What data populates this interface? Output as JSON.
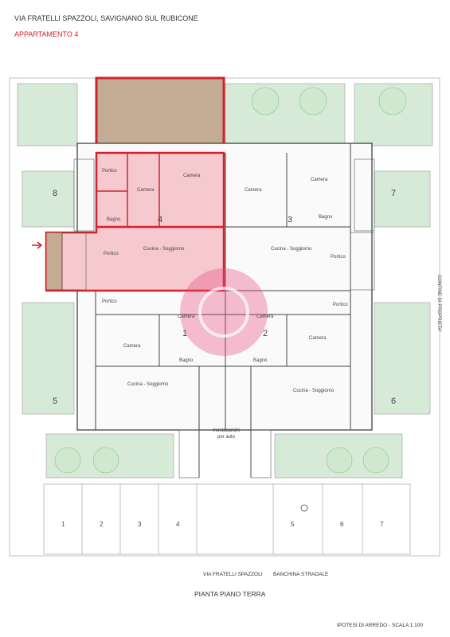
{
  "header": {
    "address": "VIA FRATELLI SPAZZOLI, SAVIGNANO SUL RUBICONE",
    "apartment": "APPARTAMENTO 4"
  },
  "plan": {
    "unit_numbers": [
      "1",
      "2",
      "3",
      "4",
      "5",
      "6",
      "7",
      "8"
    ],
    "garden_numbers": [
      "8",
      "7",
      "5",
      "6"
    ],
    "parking_numbers": [
      "1",
      "2",
      "3",
      "4",
      "5",
      "6",
      "7"
    ],
    "rooms": {
      "camera": "Camera",
      "bagno": "Bagno",
      "cucina": "Cucina - Soggiorno",
      "portico": "Portico"
    },
    "center_label": "montacarichi per auto",
    "side_label": "CONFINE DI PROPRIETA'",
    "road_left": "VIA FRATELLI SPAZZOLI",
    "road_right": "BANCHINA STRADALE",
    "title": "PIANTA PIANO TERRA",
    "scale_note": "IPOTESI DI ARREDO - SCALA 1:100"
  },
  "colors": {
    "highlight_fill": "#f6c9cf",
    "highlight_wall": "#d2232a",
    "terrace": "#c4ab94",
    "garden": "#d7ead8",
    "tree": "#cfe9cf",
    "logo": "#e8457a"
  }
}
